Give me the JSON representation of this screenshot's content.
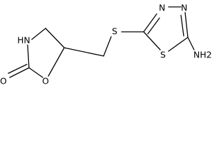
{
  "molecule": {
    "atoms": {
      "nh": "HN",
      "o_carbonyl": "O",
      "o_ring": "O",
      "s_linker": "S",
      "n_upper_left": "N",
      "n_upper_right": "N",
      "s_ring": "S",
      "amine": "NH2"
    }
  }
}
